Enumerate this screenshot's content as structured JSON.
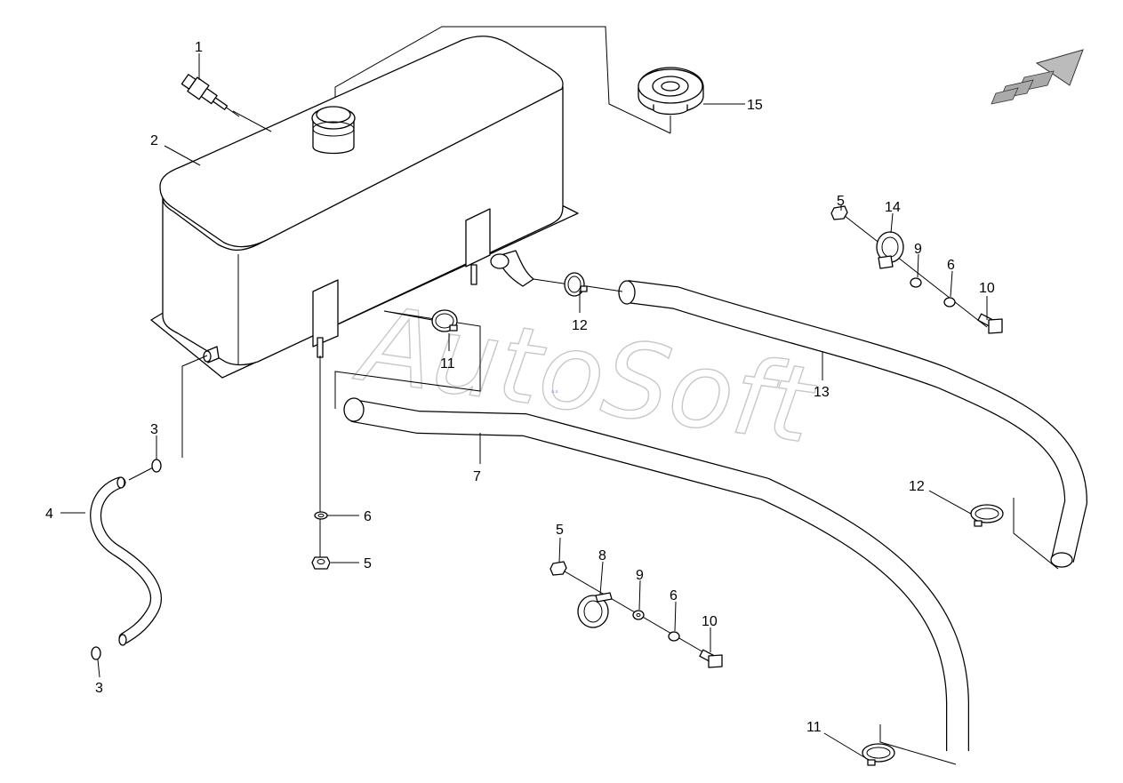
{
  "watermark": {
    "text": "AutoSoft"
  },
  "callouts": [
    {
      "id": "c1",
      "label": "1"
    },
    {
      "id": "c2",
      "label": "2"
    },
    {
      "id": "c3a",
      "label": "3"
    },
    {
      "id": "c3b",
      "label": "3"
    },
    {
      "id": "c4",
      "label": "4"
    },
    {
      "id": "c5a",
      "label": "5"
    },
    {
      "id": "c5b",
      "label": "5"
    },
    {
      "id": "c5c",
      "label": "5"
    },
    {
      "id": "c6a",
      "label": "6"
    },
    {
      "id": "c6b",
      "label": "6"
    },
    {
      "id": "c6c",
      "label": "6"
    },
    {
      "id": "c7",
      "label": "7"
    },
    {
      "id": "c8",
      "label": "8"
    },
    {
      "id": "c9a",
      "label": "9"
    },
    {
      "id": "c9b",
      "label": "9"
    },
    {
      "id": "c10a",
      "label": "10"
    },
    {
      "id": "c10b",
      "label": "10"
    },
    {
      "id": "c11a",
      "label": "11"
    },
    {
      "id": "c11b",
      "label": "11"
    },
    {
      "id": "c12a",
      "label": "12"
    },
    {
      "id": "c12b",
      "label": "12"
    },
    {
      "id": "c13",
      "label": "13"
    },
    {
      "id": "c14",
      "label": "14"
    },
    {
      "id": "c15",
      "label": "15"
    }
  ]
}
